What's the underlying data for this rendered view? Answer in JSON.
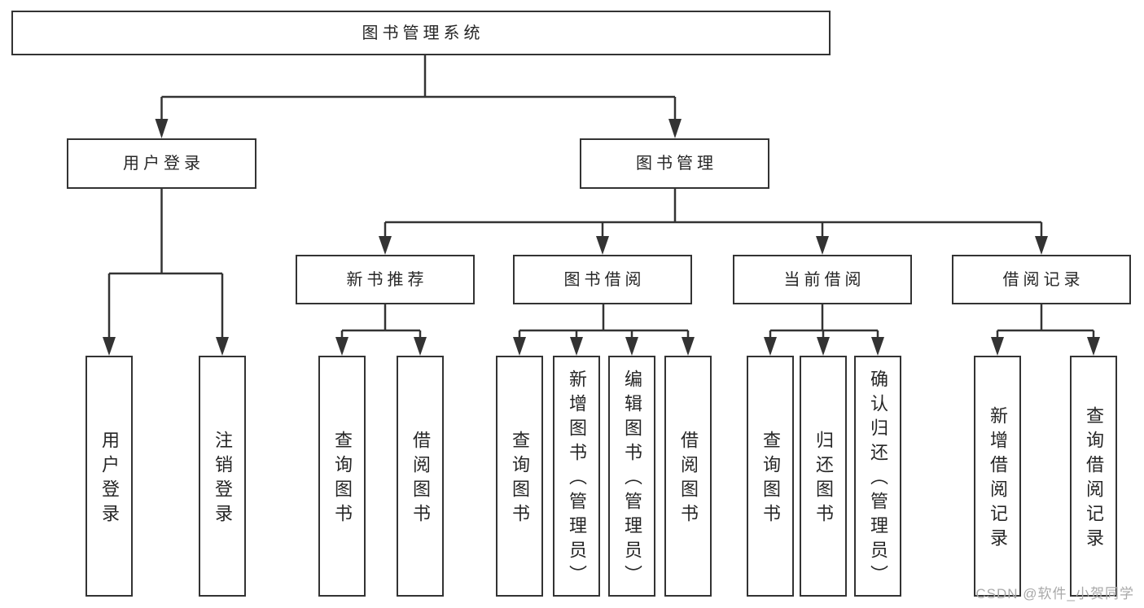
{
  "tree": {
    "label": "图书管理系统",
    "children": [
      {
        "label": "用户登录",
        "children": [
          {
            "label": "用户登录"
          },
          {
            "label": "注销登录"
          }
        ]
      },
      {
        "label": "图书管理",
        "children": [
          {
            "label": "新书推荐",
            "children": [
              {
                "label": "查询图书"
              },
              {
                "label": "借阅图书"
              }
            ]
          },
          {
            "label": "图书借阅",
            "children": [
              {
                "label": "查询图书"
              },
              {
                "label": "新增图书（管理员）"
              },
              {
                "label": "编辑图书（管理员）"
              },
              {
                "label": "借阅图书"
              }
            ]
          },
          {
            "label": "当前借阅",
            "children": [
              {
                "label": "查询图书"
              },
              {
                "label": "归还图书"
              },
              {
                "label": "确认归还（管理员）"
              }
            ]
          },
          {
            "label": "借阅记录",
            "children": [
              {
                "label": "新增借阅记录"
              },
              {
                "label": "查询借阅记录"
              }
            ]
          }
        ]
      }
    ]
  },
  "watermark": {
    "text": "CSDN @软件_小贺同学"
  },
  "colors": {
    "line": "#333333",
    "box_fill": "#ffffff",
    "text": "#262626",
    "watermark": "#a9a9a9",
    "background": "#ffffff"
  }
}
